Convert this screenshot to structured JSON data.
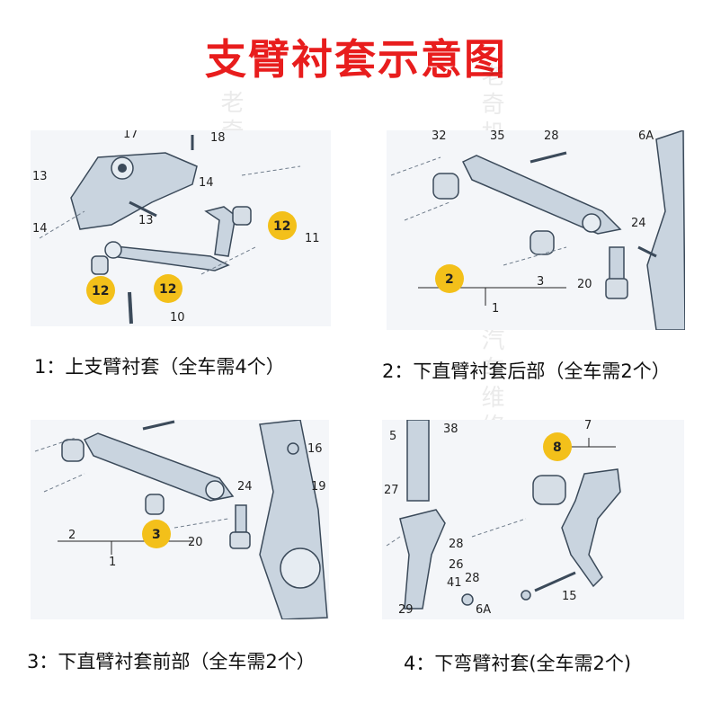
{
  "title": "支臂衬套示意图",
  "colors": {
    "title": "#e81d1d",
    "badge": "#f3c01a",
    "part_fill": "#c9d4df",
    "part_stroke": "#3b4a5a",
    "dashed": "#6e7b8a"
  },
  "watermark": {
    "col1": "老奇机",
    "col2": "老奇机",
    "col3": "专业汽车维修"
  },
  "panels": [
    {
      "caption": "1：上支臂衬套（全车需4个）",
      "labels": [
        "17",
        "18",
        "13",
        "14",
        "13",
        "14",
        "11",
        "10",
        "12",
        "12",
        "12"
      ]
    },
    {
      "caption": "2：下直臂衬套后部（全车需2个）",
      "labels": [
        "32",
        "35",
        "28",
        "6A",
        "24",
        "20",
        "3",
        "1",
        "2"
      ]
    },
    {
      "caption": "3：下直臂衬套前部（全车需2个）",
      "labels": [
        "16",
        "19",
        "24",
        "20",
        "2",
        "1",
        "3"
      ]
    },
    {
      "caption": "4：下弯臂衬套(全车需2个)",
      "labels": [
        "5",
        "38",
        "27",
        "28",
        "26",
        "41",
        "28",
        "29",
        "6A",
        "15",
        "7",
        "8"
      ]
    }
  ]
}
